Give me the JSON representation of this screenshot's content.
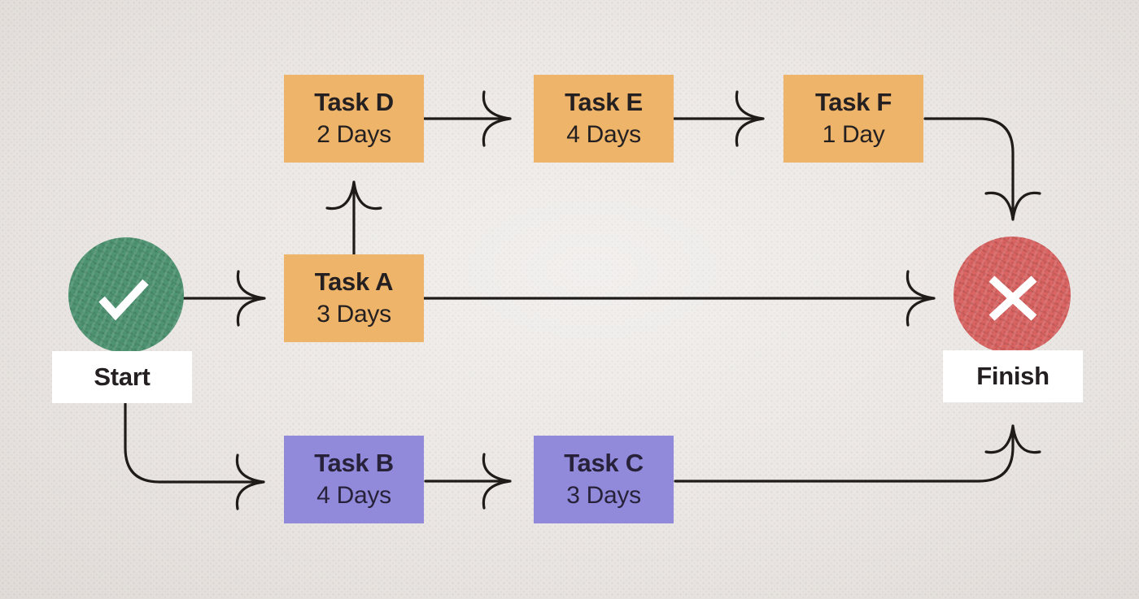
{
  "diagram_type": "task-network-flowchart",
  "colors": {
    "background": "#e9e5e2",
    "line": "#1e1b19",
    "task_orange": "#edb46a",
    "task_purple": "#918ada",
    "start_green": "#4f9472",
    "finish_red": "#d96462",
    "label_background": "#ffffff",
    "text": "#242021"
  },
  "nodes": {
    "start": {
      "label": "Start",
      "icon": "checkmark-icon",
      "color": "#4f9472"
    },
    "finish": {
      "label": "Finish",
      "icon": "cross-icon",
      "color": "#d96462"
    },
    "task_d": {
      "name": "Task D",
      "duration": "2 Days",
      "color": "#edb46a"
    },
    "task_e": {
      "name": "Task E",
      "duration": "4 Days",
      "color": "#edb46a"
    },
    "task_f": {
      "name": "Task F",
      "duration": "1 Day",
      "color": "#edb46a"
    },
    "task_a": {
      "name": "Task A",
      "duration": "3 Days",
      "color": "#edb46a"
    },
    "task_b": {
      "name": "Task B",
      "duration": "4 Days",
      "color": "#918ada"
    },
    "task_c": {
      "name": "Task C",
      "duration": "3 Days",
      "color": "#918ada"
    }
  },
  "edges": [
    {
      "from": "start",
      "to": "task_a"
    },
    {
      "from": "task_a",
      "to": "task_d"
    },
    {
      "from": "task_d",
      "to": "task_e"
    },
    {
      "from": "task_e",
      "to": "task_f"
    },
    {
      "from": "task_f",
      "to": "finish"
    },
    {
      "from": "task_a",
      "to": "finish"
    },
    {
      "from": "start",
      "to": "task_b"
    },
    {
      "from": "task_b",
      "to": "task_c"
    },
    {
      "from": "task_c",
      "to": "finish"
    }
  ]
}
